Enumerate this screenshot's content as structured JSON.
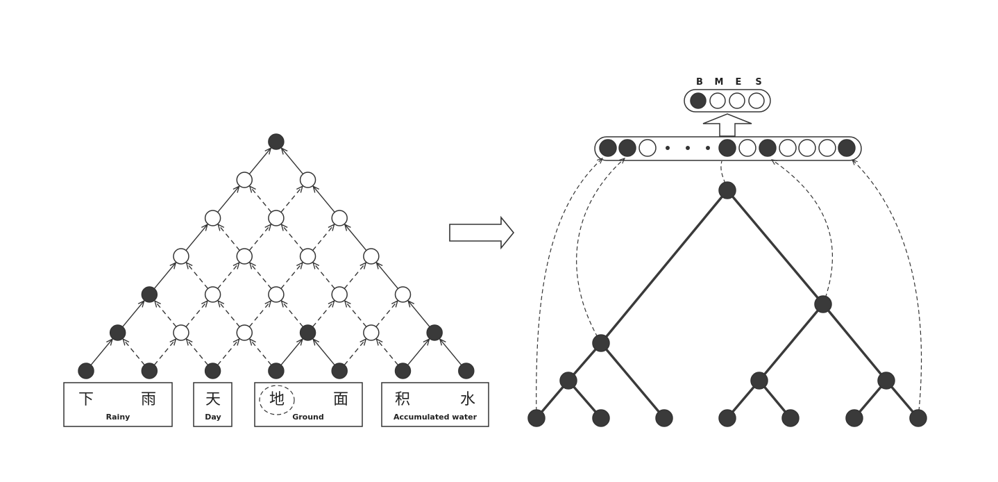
{
  "words": [
    {
      "chars": [
        "下",
        "雨"
      ],
      "gloss": "Rainy"
    },
    {
      "chars": [
        "天"
      ],
      "gloss": "Day"
    },
    {
      "chars": [
        "地",
        "面"
      ],
      "gloss": "Ground",
      "highlighted_char": "地"
    },
    {
      "chars": [
        "积",
        "水"
      ],
      "gloss": "Accumulated water"
    }
  ],
  "output_tags": [
    "B",
    "M",
    "E",
    "S"
  ],
  "active_tag": "B",
  "colors": {
    "filled": "#3a3a3a",
    "stroke": "#333333"
  }
}
